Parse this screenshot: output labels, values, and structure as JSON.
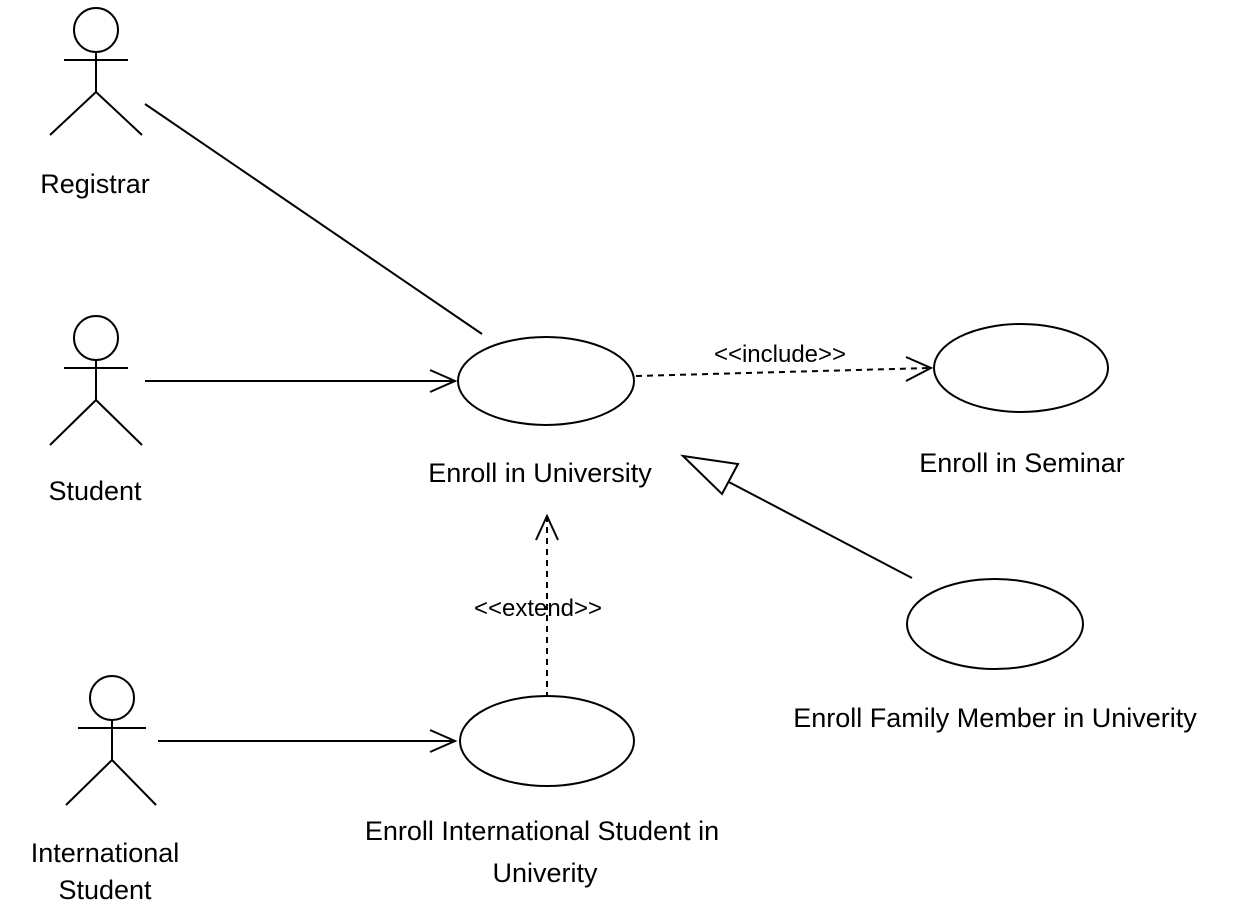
{
  "actors": {
    "registrar": "Registrar",
    "student": "Student",
    "international_line1": "International",
    "international_line2": "Student"
  },
  "use_cases": {
    "enroll_university": "Enroll in University",
    "enroll_seminar": "Enroll in Seminar",
    "enroll_family": "Enroll Family Member in Univerity",
    "enroll_international_line1": "Enroll International Student in",
    "enroll_international_line2": "Univerity"
  },
  "stereotypes": {
    "include": "<<include>>",
    "extend": "<<extend>>"
  }
}
